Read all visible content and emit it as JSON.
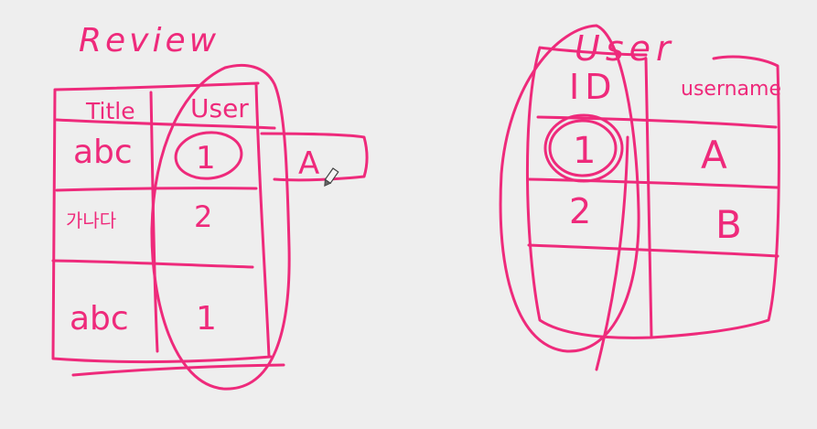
{
  "ink_color": "#ee2a7b",
  "canvas_color": "#eeeeee",
  "review_table": {
    "title": "Review",
    "headers": [
      "Title",
      "User"
    ],
    "rows": [
      {
        "title": "abc",
        "user": "1"
      },
      {
        "title": "가나다",
        "user": "2"
      },
      {
        "title": "abc",
        "user": "1"
      }
    ],
    "side_note": "A"
  },
  "user_table": {
    "title": "User",
    "headers": [
      "ID",
      "username"
    ],
    "rows": [
      {
        "id": "1",
        "username": "A"
      },
      {
        "id": "2",
        "username": "B"
      },
      {
        "id": "",
        "username": ""
      }
    ]
  },
  "cursor_icon": "pencil-cursor-icon"
}
